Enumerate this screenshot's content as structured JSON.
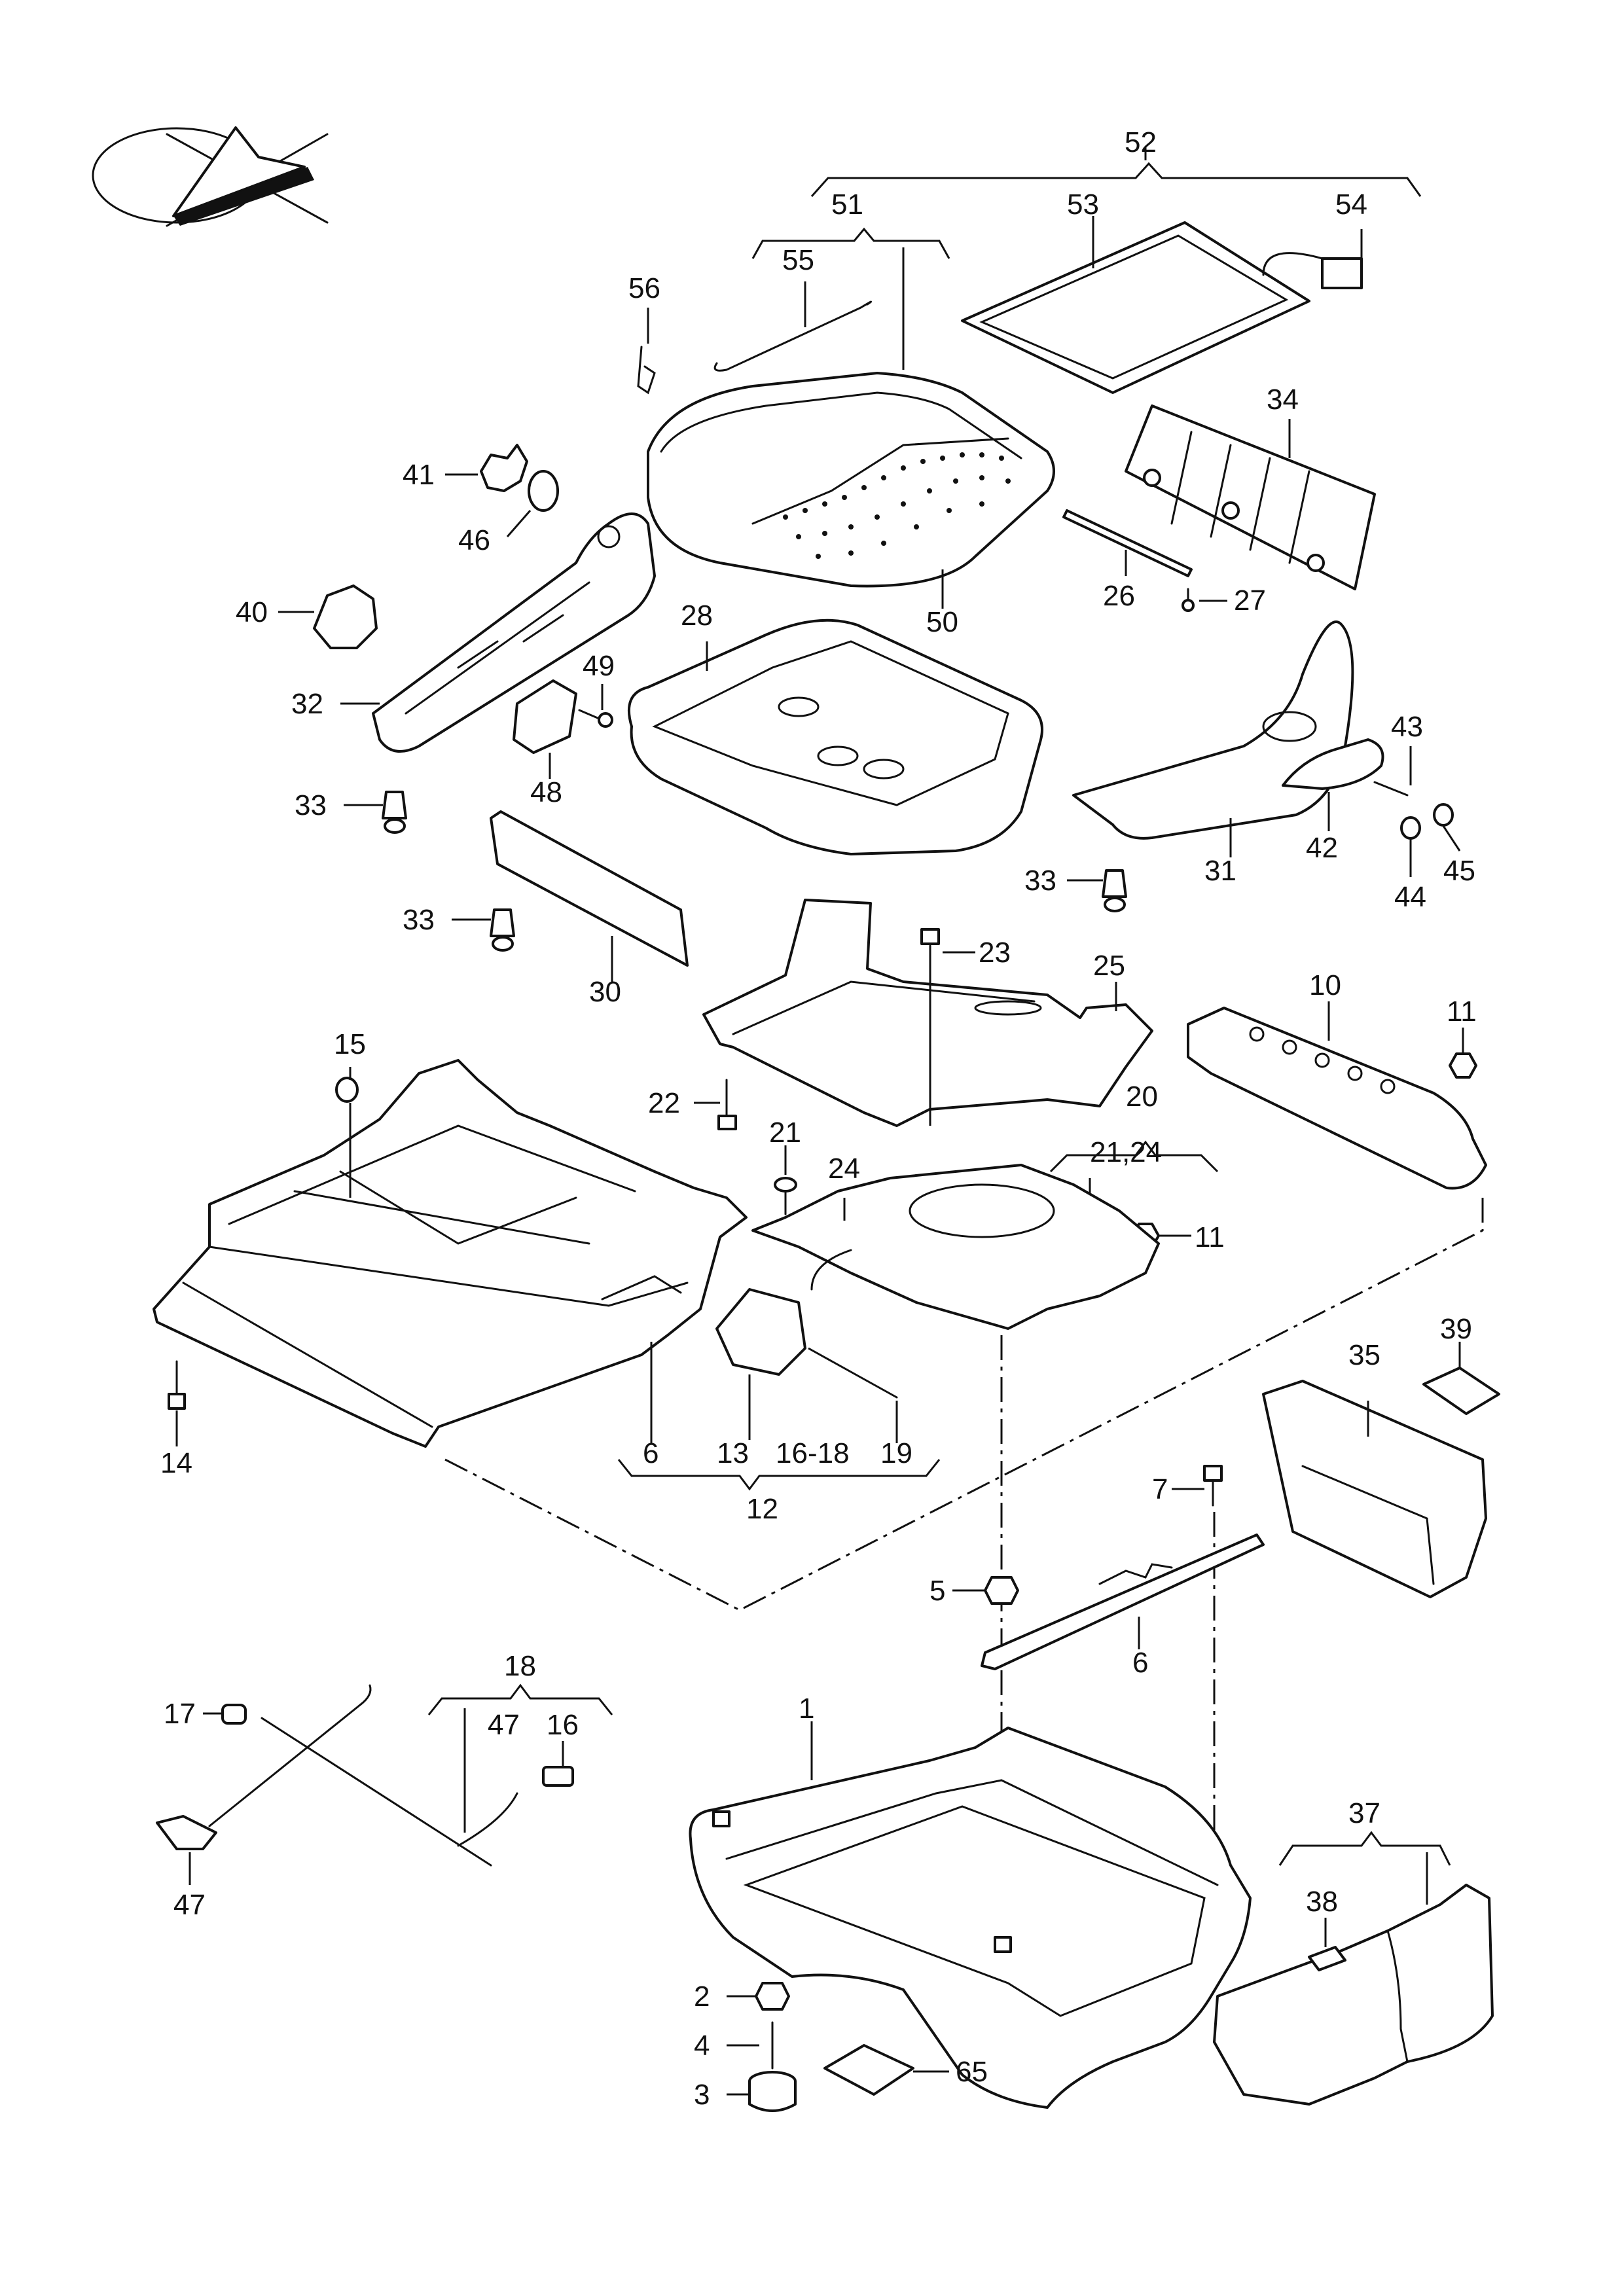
{
  "labels": {
    "n1": "1",
    "n2": "2",
    "n3": "3",
    "n4": "4",
    "n5": "5",
    "n6a": "6",
    "n6b": "6",
    "n7": "7",
    "n10": "10",
    "n11a": "11",
    "n11b": "11",
    "n12": "12",
    "n13": "13",
    "n14": "14",
    "n15": "15",
    "n16": "16",
    "n16_18": "16-18",
    "n17": "17",
    "n18": "18",
    "n19": "19",
    "n20": "20",
    "n21": "21",
    "n21_24": "21,24",
    "n22": "22",
    "n23": "23",
    "n24": "24",
    "n25": "25",
    "n26": "26",
    "n27": "27",
    "n28": "28",
    "n30": "30",
    "n31": "31",
    "n32": "32",
    "n33a": "33",
    "n33b": "33",
    "n33c": "33",
    "n34": "34",
    "n35": "35",
    "n37": "37",
    "n38": "38",
    "n39": "39",
    "n40": "40",
    "n41": "41",
    "n42": "42",
    "n43": "43",
    "n44": "44",
    "n45": "45",
    "n46": "46",
    "n47a": "47",
    "n47b": "47",
    "n48": "48",
    "n49": "49",
    "n50": "50",
    "n51": "51",
    "n52": "52",
    "n53": "53",
    "n54": "54",
    "n55": "55",
    "n56": "56",
    "n65": "65"
  },
  "icons": {
    "orientation": "orientation-arrow-icon"
  }
}
